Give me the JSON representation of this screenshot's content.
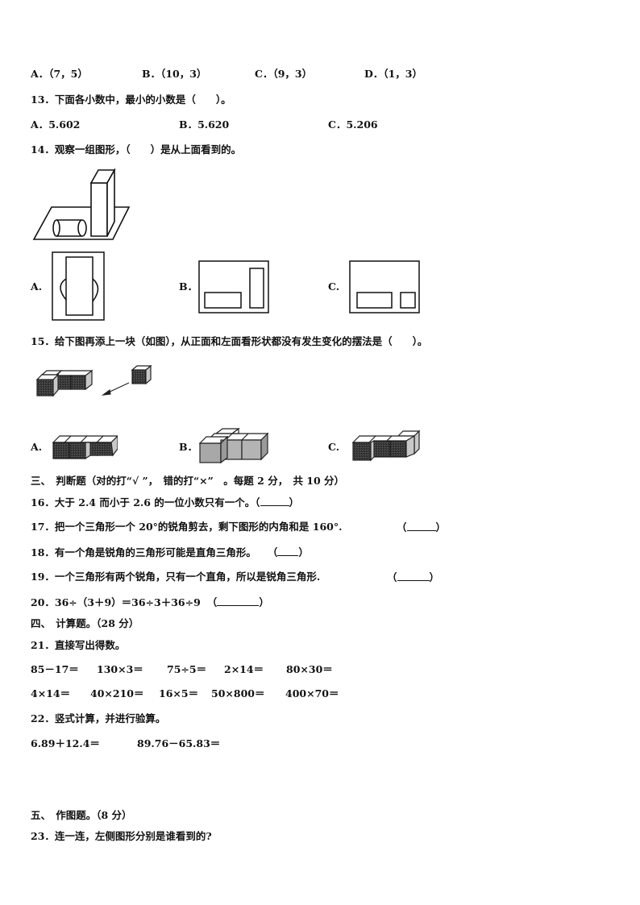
{
  "q12_options": [
    {
      "label": "A．（7，5）"
    },
    {
      "label": "B．（10，3）"
    },
    {
      "label": "C．（9，3）"
    },
    {
      "label": "D．（1，3）"
    }
  ],
  "q13": {
    "stem": "13．下面各小数中，最小的小数是（　　）。",
    "options": [
      {
        "label": "A．5.602"
      },
      {
        "label": "B．5.620"
      },
      {
        "label": "C．5.206"
      }
    ]
  },
  "q14": {
    "stem": "14．观察一组图形，（　　）是从上面看到的。",
    "options": [
      {
        "label": "A."
      },
      {
        "label": "B．"
      },
      {
        "label": "C."
      }
    ]
  },
  "q15": {
    "stem": "15．给下图再添上一块（如图），从正面和左面看形状都没有发生变化的摆法是（　　）。",
    "options": [
      {
        "label": "A."
      },
      {
        "label": "B．"
      },
      {
        "label": "C."
      }
    ]
  },
  "section3": {
    "title": "三、　判断题（对的打“√ ”，　错的打“×”　。每题 2 分，　共 10 分）"
  },
  "q16": {
    "stem": "16．大于 2.4 而小于 2.6 的一位小数只有一个。（",
    "close": "）"
  },
  "q17": {
    "stem": "17．把一个三角形一个 20°的锐角剪去，剩下图形的内角和是 160°.",
    "open": "（",
    "close": "）"
  },
  "q18": {
    "stem": "18．有一个角是锐角的三角形可能是直角三角形。",
    "open": "（",
    "close": "）"
  },
  "q19": {
    "stem": "19．一个三角形有两个锐角，只有一个直角，所以是锐角三角形.",
    "open": "（",
    "close": "）"
  },
  "q20": {
    "stem": "20．36÷（3＋9）＝36÷3＋36÷9",
    "open": "（",
    "close": "）"
  },
  "section4": {
    "title": "四、　计算题。（28 分）"
  },
  "q21": {
    "stem": "21．直接写出得数。",
    "row1": [
      "85－17＝",
      "130×3＝",
      "75÷5＝",
      "2×14＝",
      "80×30＝"
    ],
    "row2": [
      "4×14＝",
      "40×210＝",
      "16×5＝",
      "50×800＝",
      "400×70＝"
    ]
  },
  "q22": {
    "stem": "22．竖式计算，并进行验算。",
    "items": [
      "6.89＋12.4＝",
      "89.76－65.83＝"
    ]
  },
  "section5": {
    "title": "五、　作图题。（8 分）"
  },
  "q23": {
    "stem": "23．连一连，左侧图形分别是谁看到的?"
  }
}
